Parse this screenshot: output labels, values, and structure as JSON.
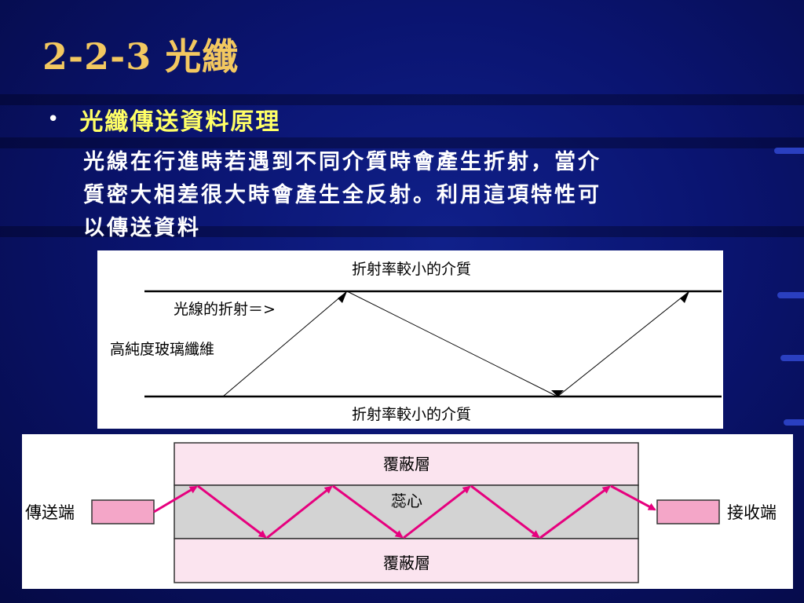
{
  "slide": {
    "title": "2-2-3 光纖",
    "bullet": "光纖傳送資料原理",
    "body_line1": "光線在行進時若遇到不同介質時會產生折射，當介",
    "body_line2": "質密大相差很大時會產生全反射。利用這項特性可",
    "body_line3": "以傳送資料"
  },
  "figure_refraction": {
    "top_label": "折射率較小的介質",
    "bottom_label": "折射率較小的介質",
    "ray_label": "光線的折射＝>",
    "fiber_label": "高純度玻璃纖維"
  },
  "figure_fiber": {
    "cladding_top": "覆蔽層",
    "core": "蕊心",
    "cladding_bottom": "覆蔽層",
    "sender": "傳送端",
    "receiver": "接收端"
  },
  "colors": {
    "title": "#f3c860",
    "bullet": "#ffff66",
    "cladding": "#fbe4ef",
    "core": "#d3d3d3",
    "ray": "#e6007e",
    "endpoint": "#f4a6c8"
  }
}
